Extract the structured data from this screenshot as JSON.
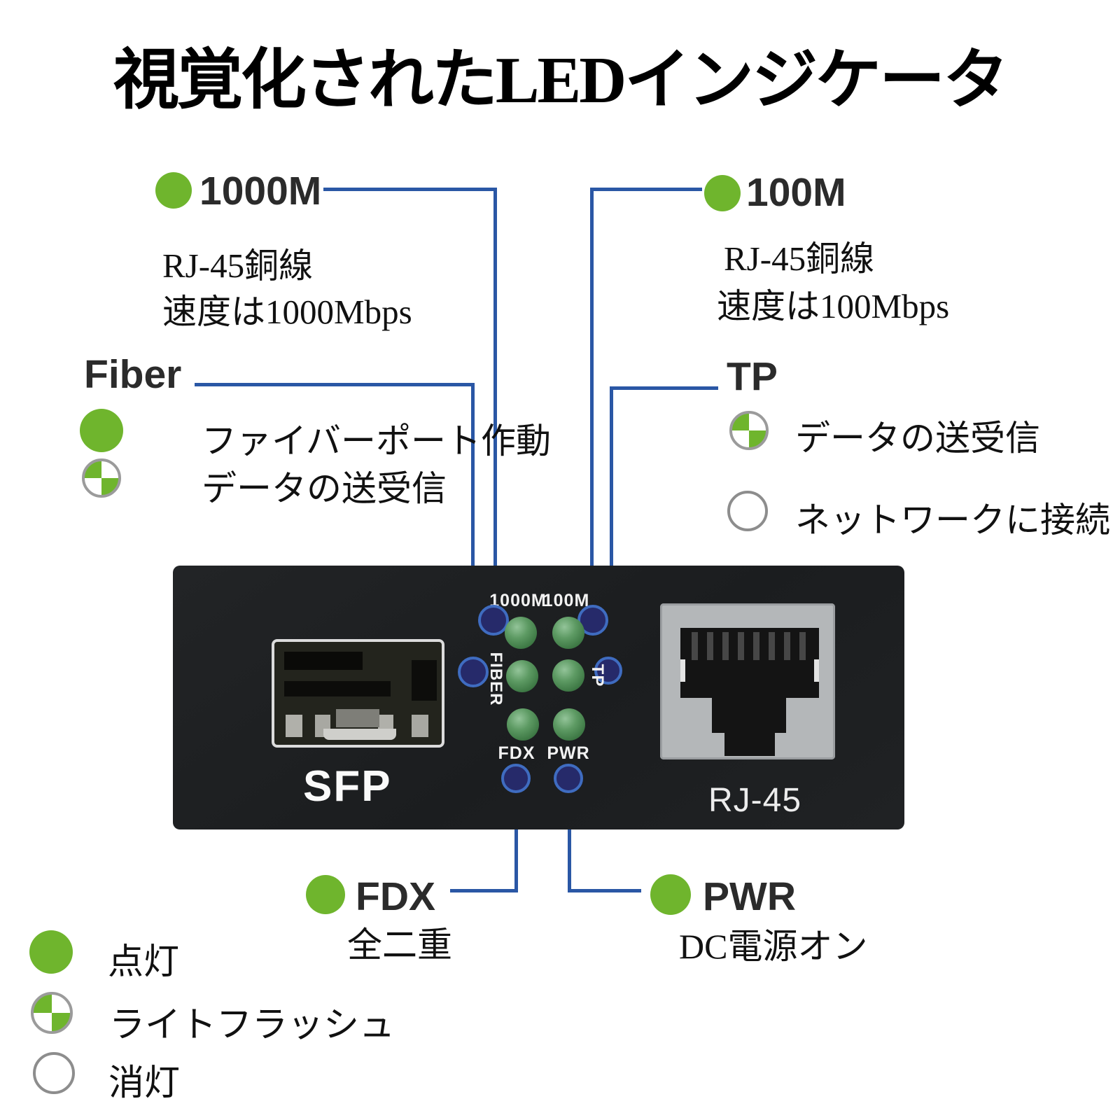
{
  "title": "視覚化されたLEDインジケータ",
  "colors": {
    "accent_line": "#2a57a5",
    "led_green": "#6fb52d",
    "device_black": "#1e2022",
    "marker_fill": "#262a6a",
    "marker_ring": "#3f6cc0",
    "rj45_gray": "#b4b7b9"
  },
  "callouts": {
    "m1000": {
      "label": "1000M",
      "desc1": "RJ-45銅線",
      "desc2": "速度は1000Mbps"
    },
    "m100": {
      "label": "100M",
      "desc1": "RJ-45銅線",
      "desc2": "速度は100Mbps"
    },
    "fiber": {
      "label": "Fiber",
      "row1": "ファイバーポート作動",
      "row2": "データの送受信"
    },
    "tp": {
      "label": "TP",
      "row1": "データの送受信",
      "row2": "ネットワークに接続"
    },
    "fdx": {
      "label": "FDX",
      "desc": "全二重"
    },
    "pwr": {
      "label": "PWR",
      "desc": "DC電源オン"
    }
  },
  "device": {
    "sfp": "SFP",
    "rj45": "RJ-45",
    "led_1000m": "1000M",
    "led_100m": "100M",
    "fiber_vertical": "FIBER",
    "tp_vertical": "TP",
    "fdx": "FDX",
    "pwr": "PWR"
  },
  "legend": {
    "on": "点灯",
    "flash": "ライトフラッシュ",
    "off": "消灯"
  }
}
